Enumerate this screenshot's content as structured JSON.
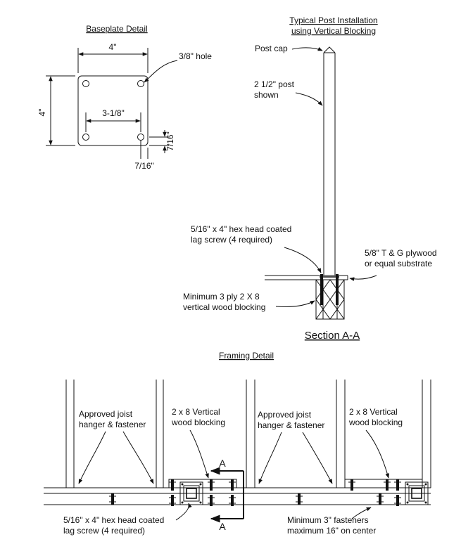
{
  "baseplate": {
    "title": "Baseplate Detail",
    "width_dim": "4\"",
    "height_dim": "4\"",
    "hole_label": "3/8\" hole",
    "hole_spacing": "3-1/8\"",
    "edge_dim_h": "7/16\"",
    "edge_dim_v": "7/16\""
  },
  "post": {
    "title_line1": "Typical Post Installation",
    "title_line2": "using Vertical Blocking",
    "cap": "Post cap",
    "post_line1": "2 1/2\" post",
    "post_line2": "shown",
    "screw_line1": "5/16\" x 4\" hex head coated",
    "screw_line2": "lag screw (4 required)",
    "ply_line1": "5/8\" T & G plywood",
    "ply_line2": "or equal substrate",
    "block_line1": "Minimum 3 ply 2 X 8",
    "block_line2": "vertical wood blocking",
    "section": "Section A-A"
  },
  "framing": {
    "title": "Framing Detail",
    "hanger1_line1": "Approved joist",
    "hanger1_line2": "hanger & fastener",
    "block1_line1": "2 x 8 Vertical",
    "block1_line2": "wood blocking",
    "hanger2_line1": "Approved joist",
    "hanger2_line2": "hanger & fastener",
    "block2_line1": "2 x 8 Vertical",
    "block2_line2": "wood blocking",
    "section_top": "A",
    "section_bottom": "A",
    "screw_line1": "5/16\" x 4\" hex head coated",
    "screw_line2": "lag screw (4 required)",
    "fast_line1": "Minimum 3\" fasteners",
    "fast_line2": "maximum 16\" on center"
  }
}
